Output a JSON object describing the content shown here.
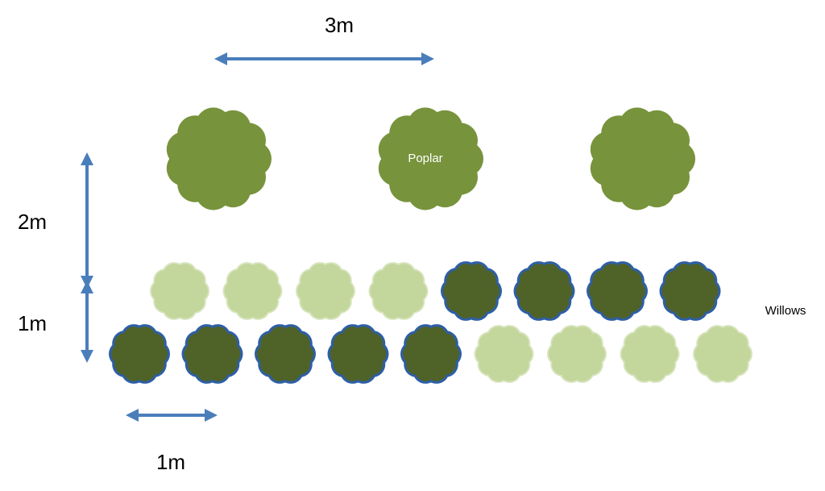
{
  "labels": {
    "dim_top": "3m",
    "dim_left_upper": "2m",
    "dim_left_lower": "1m",
    "dim_bottom": "1m",
    "poplar": "Poplar",
    "willows": "Willows"
  },
  "colors": {
    "poplar": "#77933C",
    "willow_light": "#C3D69B",
    "willow_light_stroke": "#D7E4BD",
    "willow_dark": "#4F6228",
    "willow_dark_stroke": "#2E5FA6",
    "arrow": "#4A7EBB"
  },
  "legend": {
    "poplars_count": 3,
    "willow_row1": [
      "light",
      "light",
      "light",
      "light",
      "dark",
      "dark",
      "dark",
      "dark"
    ],
    "willow_row2": [
      "dark",
      "dark",
      "dark",
      "dark",
      "dark",
      "light",
      "light",
      "light",
      "light"
    ]
  }
}
